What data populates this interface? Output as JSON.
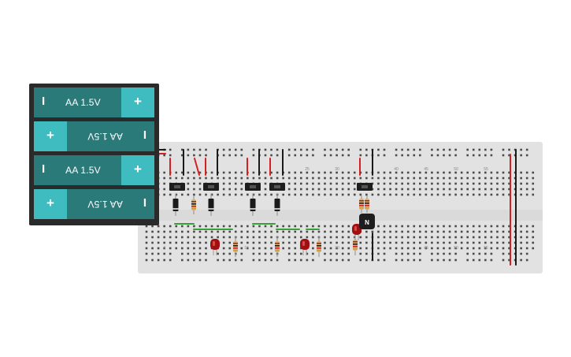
{
  "battery_pack": {
    "cells": [
      {
        "label": "AA 1.5V",
        "minus": "I",
        "plus": "+",
        "orientation": "normal"
      },
      {
        "label": "AA 1.5V",
        "minus": "I",
        "plus": "+",
        "orientation": "flipped"
      },
      {
        "label": "AA 1.5V",
        "minus": "I",
        "plus": "+",
        "orientation": "normal"
      },
      {
        "label": "AA 1.5V",
        "minus": "I",
        "plus": "+",
        "orientation": "flipped"
      }
    ]
  },
  "breadboard": {
    "column_numbers_top": [
      "25",
      "30",
      "40",
      "45",
      "50",
      "55"
    ],
    "column_numbers_bottom": [
      "1",
      "15",
      "25",
      "30",
      "45",
      "50",
      "55"
    ],
    "transistor_label": "N"
  },
  "colors": {
    "battery_teal": "#2a7a7a",
    "battery_cap": "#3fbcc0",
    "wire_red": "#d42020",
    "wire_black": "#1a1a1a",
    "wire_green": "#3aa03a",
    "led_red": "#a01010"
  }
}
